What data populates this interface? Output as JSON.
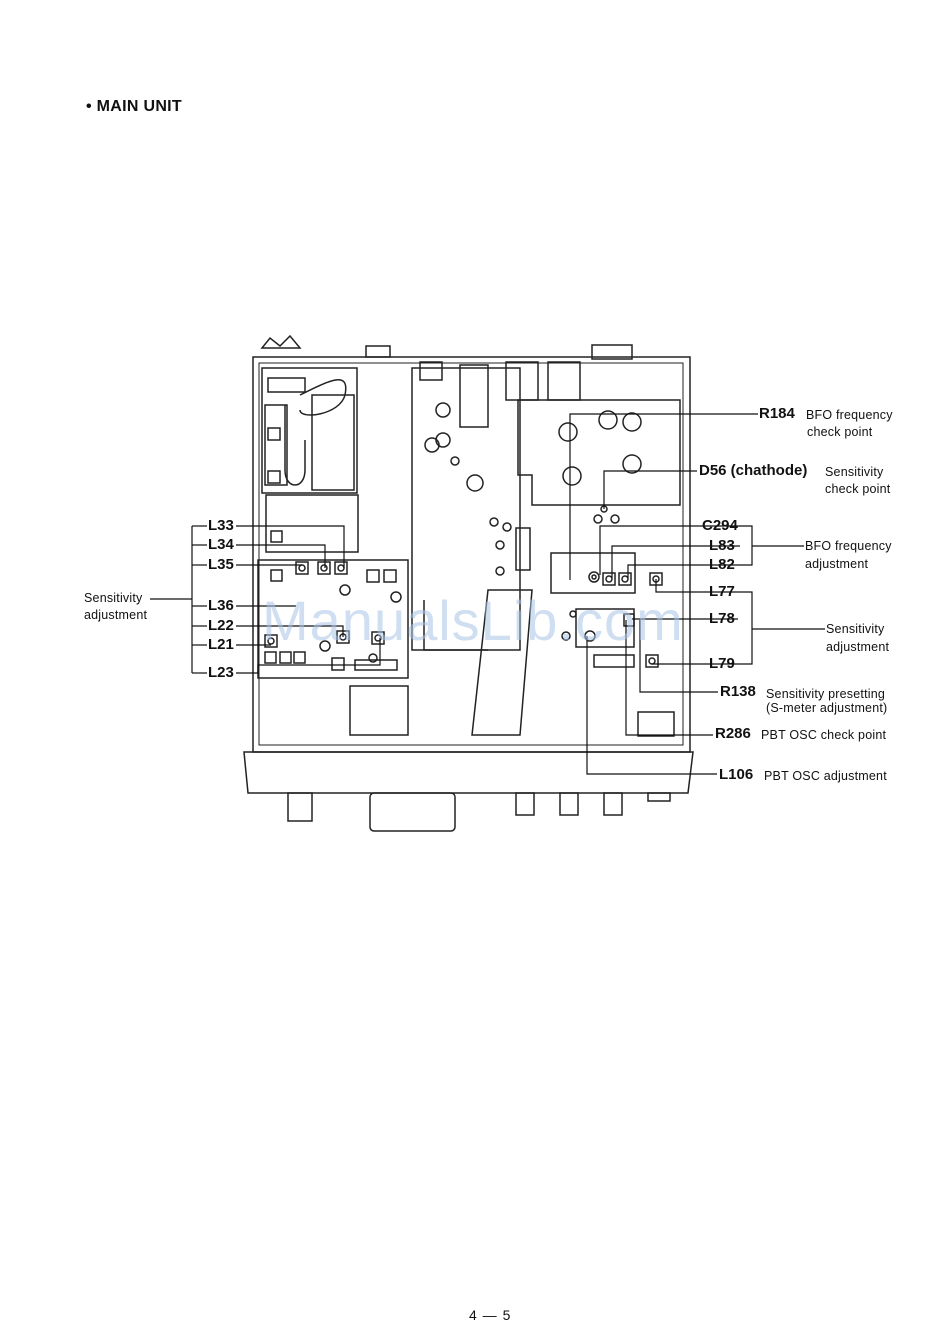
{
  "heading": "• MAIN UNIT",
  "watermark": "ManualsLib.com",
  "page_number": "4 — 5",
  "left_labels": {
    "L33": "L33",
    "L34": "L34",
    "L35": "L35",
    "L36": "L36",
    "L22": "L22",
    "L21": "L21",
    "L23": "L23",
    "group_desc_line1": "Sensitivity",
    "group_desc_line2": "adjustment"
  },
  "right_labels": {
    "R184": {
      "code": "R184",
      "desc1": "BFO frequency",
      "desc2": "check point"
    },
    "D56": {
      "code": "D56 (chathode)",
      "desc1": "Sensitivity",
      "desc2": "check point"
    },
    "C294": "C294",
    "L83": "L83",
    "L82": "L82",
    "bfo_adj": {
      "desc1": "BFO frequency",
      "desc2": "adjustment"
    },
    "L77": "L77",
    "L78": "L78",
    "L79": "L79",
    "sens_adj": {
      "desc1": "Sensitivity",
      "desc2": "adjustment"
    },
    "R138": {
      "code": "R138",
      "desc1": "Sensitivity presetting",
      "desc2": "(S-meter adjustment)"
    },
    "R286": {
      "code": "R286",
      "desc1": "PBT OSC check point"
    },
    "L106": {
      "code": "L106",
      "desc1": "PBT OSC adjustment"
    }
  }
}
